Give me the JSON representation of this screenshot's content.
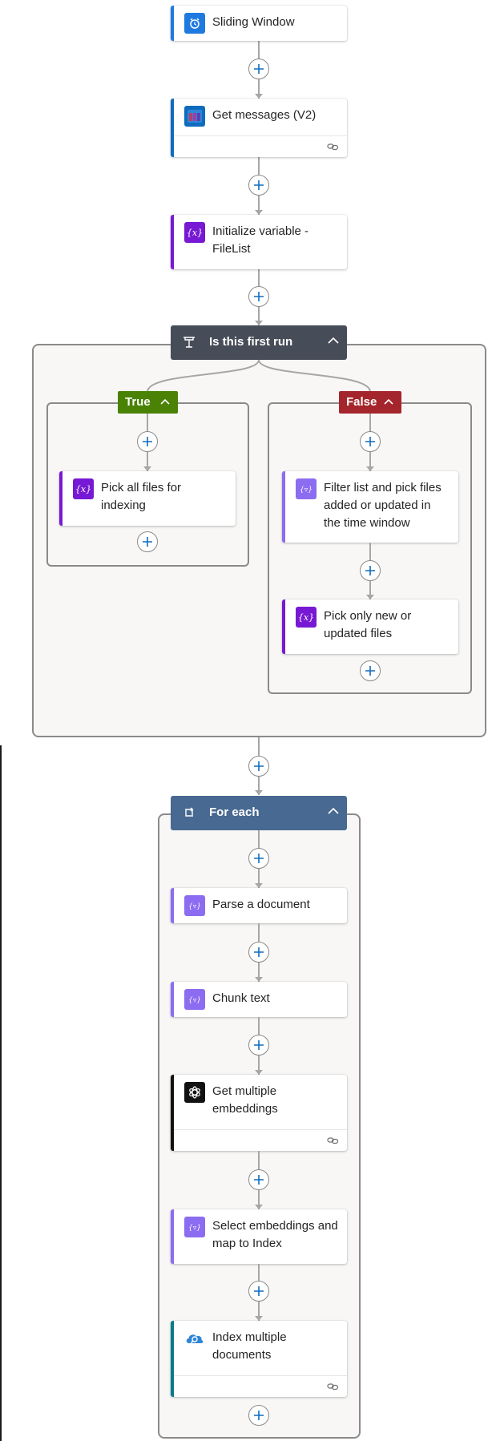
{
  "colors": {
    "connector": "#a6a6a6",
    "plus_accent": "#0f6cbd",
    "condition_header": "#474d58",
    "foreach_header": "#486991",
    "true_branch": "#498205",
    "false_branch": "#a4262c",
    "schedule_accent": "#1f7ae0",
    "outlook_accent": "#0f6cbd",
    "variable_accent": "#7719d4",
    "data_ops_accent": "#8c6cf0",
    "openai_accent": "#111111",
    "search_accent": "#087b88"
  },
  "flow": {
    "sliding_window": {
      "title": "Sliding Window",
      "icon": "alarm-clock-icon"
    },
    "get_messages": {
      "title": "Get messages (V2)",
      "icon": "outlook-calendar-icon",
      "footer_icon": "link-icon"
    },
    "initialize_variable": {
      "title": "Initialize variable - FileList",
      "icon": "variable-icon"
    },
    "condition": {
      "title": "Is this first run",
      "icon": "condition-icon",
      "chevron": "chevron-up-icon",
      "true_branch": {
        "label": "True",
        "actions": [
          {
            "title": "Pick all files for indexing",
            "icon": "variable-icon"
          }
        ]
      },
      "false_branch": {
        "label": "False",
        "actions": [
          {
            "title": "Filter list and pick files added or updated in the time window",
            "icon": "data-operation-icon"
          },
          {
            "title": "Pick only new or updated files",
            "icon": "variable-icon"
          }
        ]
      }
    },
    "for_each": {
      "title": "For each",
      "icon": "loop-icon",
      "chevron": "chevron-up-icon",
      "actions": [
        {
          "title": "Parse a document",
          "icon": "data-operation-icon"
        },
        {
          "title": "Chunk text",
          "icon": "data-operation-icon"
        },
        {
          "title": "Get multiple embeddings",
          "icon": "openai-icon",
          "footer_icon": "link-icon"
        },
        {
          "title": "Select embeddings and map to Index",
          "icon": "data-operation-icon"
        },
        {
          "title": "Index multiple documents",
          "icon": "cloud-search-icon",
          "footer_icon": "link-icon"
        }
      ]
    }
  }
}
